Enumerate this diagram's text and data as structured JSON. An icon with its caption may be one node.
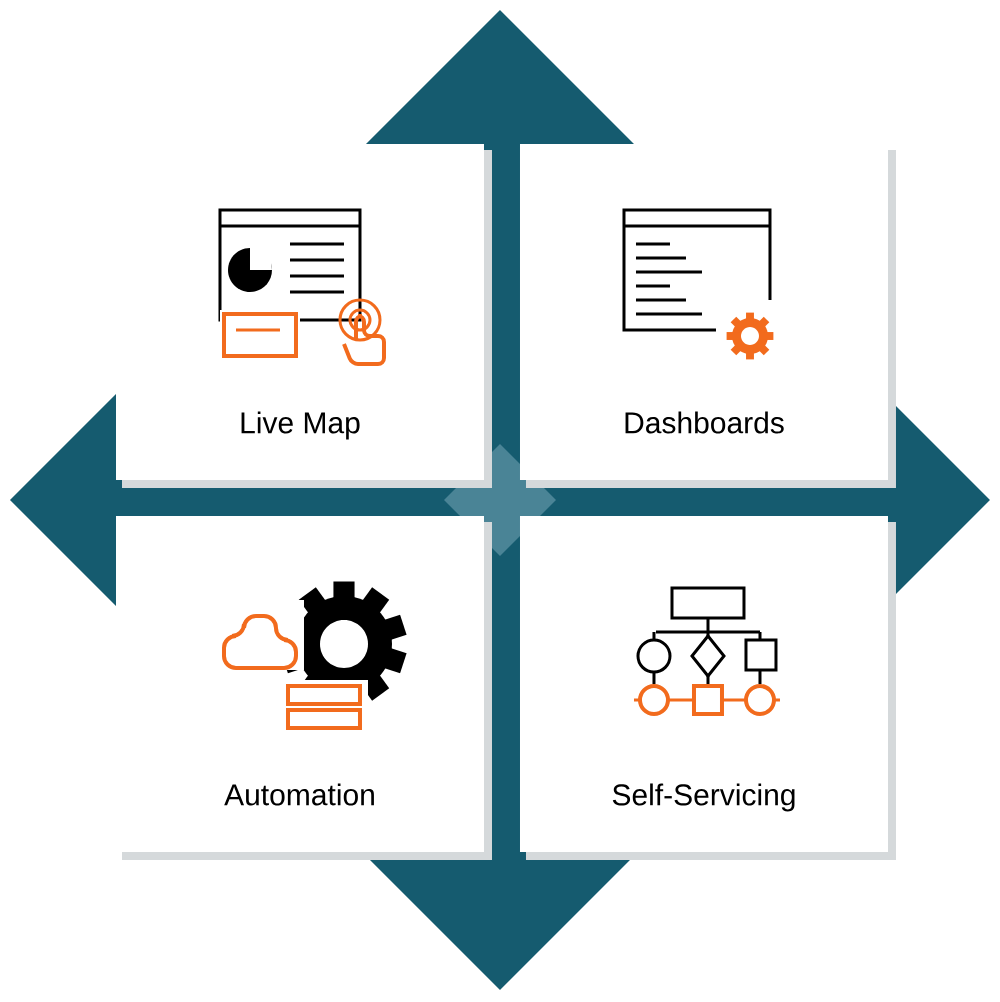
{
  "diagram": {
    "nodes": [
      {
        "text": [
          "Live Map"
        ]
      },
      {
        "text": [
          "Dashboards"
        ]
      },
      {
        "text": [
          "Automation"
        ]
      },
      {
        "text": [
          "Self-Servicing"
        ]
      }
    ]
  }
}
